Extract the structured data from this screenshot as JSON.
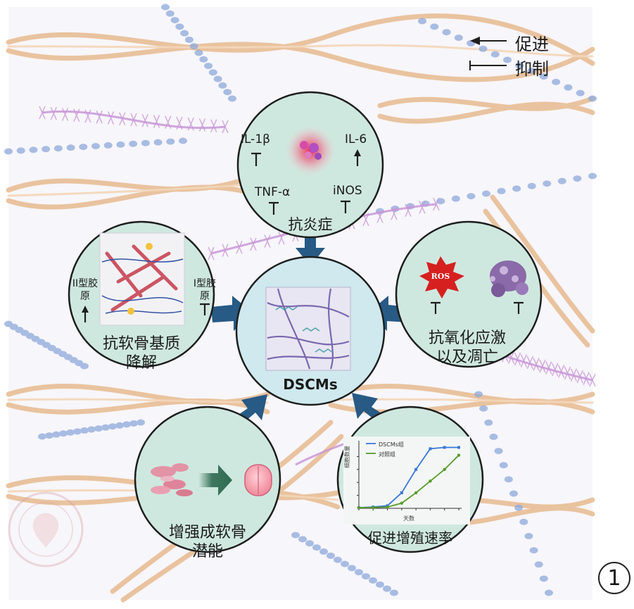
{
  "legend": {
    "promote_label": "促进",
    "inhibit_label": "抑制"
  },
  "center": {
    "label": "DSCMs"
  },
  "anti_inflammation": {
    "title": "抗炎症",
    "markers": [
      "IL-1β",
      "IL-6",
      "TNF-α",
      "iNOS"
    ],
    "effects": [
      "inhibit",
      "promote",
      "inhibit",
      "inhibit"
    ]
  },
  "anti_matrix_degradation": {
    "title_line1": "抗软骨基质",
    "title_line2": "降解",
    "left_label_line1": "II型胶",
    "left_label_line2": "原",
    "right_label_line1": "I型胶",
    "right_label_line2": "原"
  },
  "anti_oxidative": {
    "title_line1": "抗氧化应激",
    "title_line2": "以及凋亡",
    "ros_label": "ROS"
  },
  "chondrogenic": {
    "title_line1": "增强成软骨",
    "title_line2": "潜能"
  },
  "proliferation": {
    "title": "促进增殖速率",
    "xlabel": "天数",
    "ylabel": "细胞数量",
    "series": [
      {
        "name": "DSCMs组",
        "color": "#3a78d8"
      },
      {
        "name": "对照组",
        "color": "#5a9a2a"
      }
    ]
  },
  "colors": {
    "circle_fill": "#cfe8df",
    "circle_stroke": "#1e1e1e",
    "center_fill": "#cfe9ee",
    "arrow": "#275a85",
    "collagen_fiber": "#e7bb90",
    "bead_chain": "#8ea9db",
    "fibril": "#c996d8"
  },
  "chart_data": {
    "type": "line",
    "x": [
      0,
      1,
      2,
      3,
      4,
      5,
      6,
      7
    ],
    "series": [
      {
        "name": "DSCMs组",
        "values": [
          0.05,
          0.1,
          0.2,
          1.2,
          3.0,
          4.6,
          4.7,
          4.7
        ]
      },
      {
        "name": "对照组",
        "values": [
          0.05,
          0.06,
          0.1,
          0.4,
          1.2,
          2.1,
          3.0,
          4.1
        ]
      }
    ],
    "xlabel": "天数",
    "ylabel": "细胞数量",
    "title": "",
    "ylim": [
      0,
      5
    ]
  }
}
